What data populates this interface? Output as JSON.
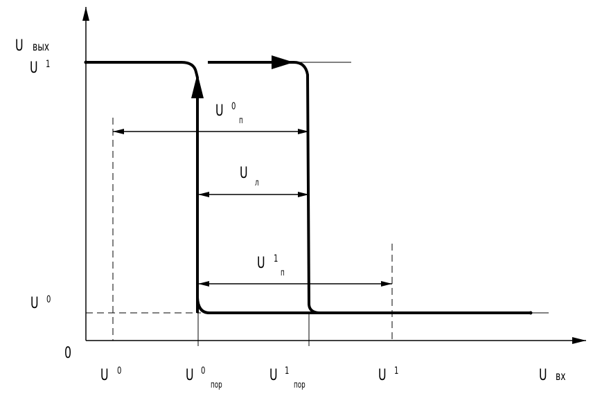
{
  "labels": {
    "y_axis": {
      "main": "U",
      "sub": "вых"
    },
    "u1_level": {
      "main": "U",
      "sup": "1"
    },
    "u0_level": {
      "main": "U",
      "sup": "0"
    },
    "origin": "0",
    "x_u0": {
      "main": "U",
      "sup": "0"
    },
    "x_u0_por": {
      "main": "U",
      "sup": "0",
      "sub": "пор"
    },
    "x_u1_por": {
      "main": "U",
      "sup": "1",
      "sub": "пор"
    },
    "x_u1": {
      "main": "U",
      "sup": "1"
    },
    "x_axis": {
      "main": "U",
      "sub": "вх"
    },
    "noise0": {
      "main": "U",
      "sup": "0",
      "sub": "п"
    },
    "hyst": {
      "main": "U",
      "sub": "л"
    },
    "noise1": {
      "main": "U",
      "sup": "1",
      "sub": "п"
    }
  },
  "colors": {
    "line": "#000000",
    "background": "#ffffff"
  }
}
